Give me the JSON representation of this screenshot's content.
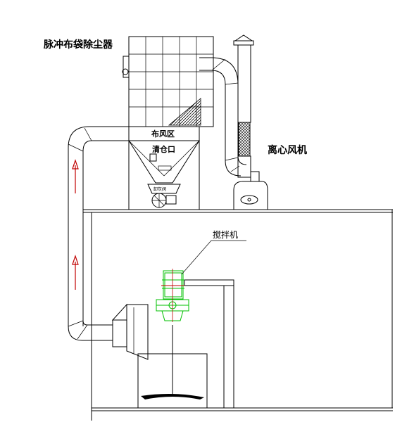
{
  "labels": {
    "dust_collector": "脉冲布袋除尘器",
    "air_distribution_zone": "布风区",
    "cleaning_port": "清仓口",
    "centrifugal_fan": "离心风机",
    "mixer": "搅拌机",
    "small_plate": "— —",
    "unloader": "卸灰阀"
  },
  "colors": {
    "line": "#000000",
    "arrow": "#c00000",
    "mixer": "#00c000",
    "hatch": "#000000"
  },
  "icons": {
    "flow_arrow": "up-arrow-icon",
    "fan": "fan-icon",
    "filter_mesh": "mesh-icon"
  }
}
